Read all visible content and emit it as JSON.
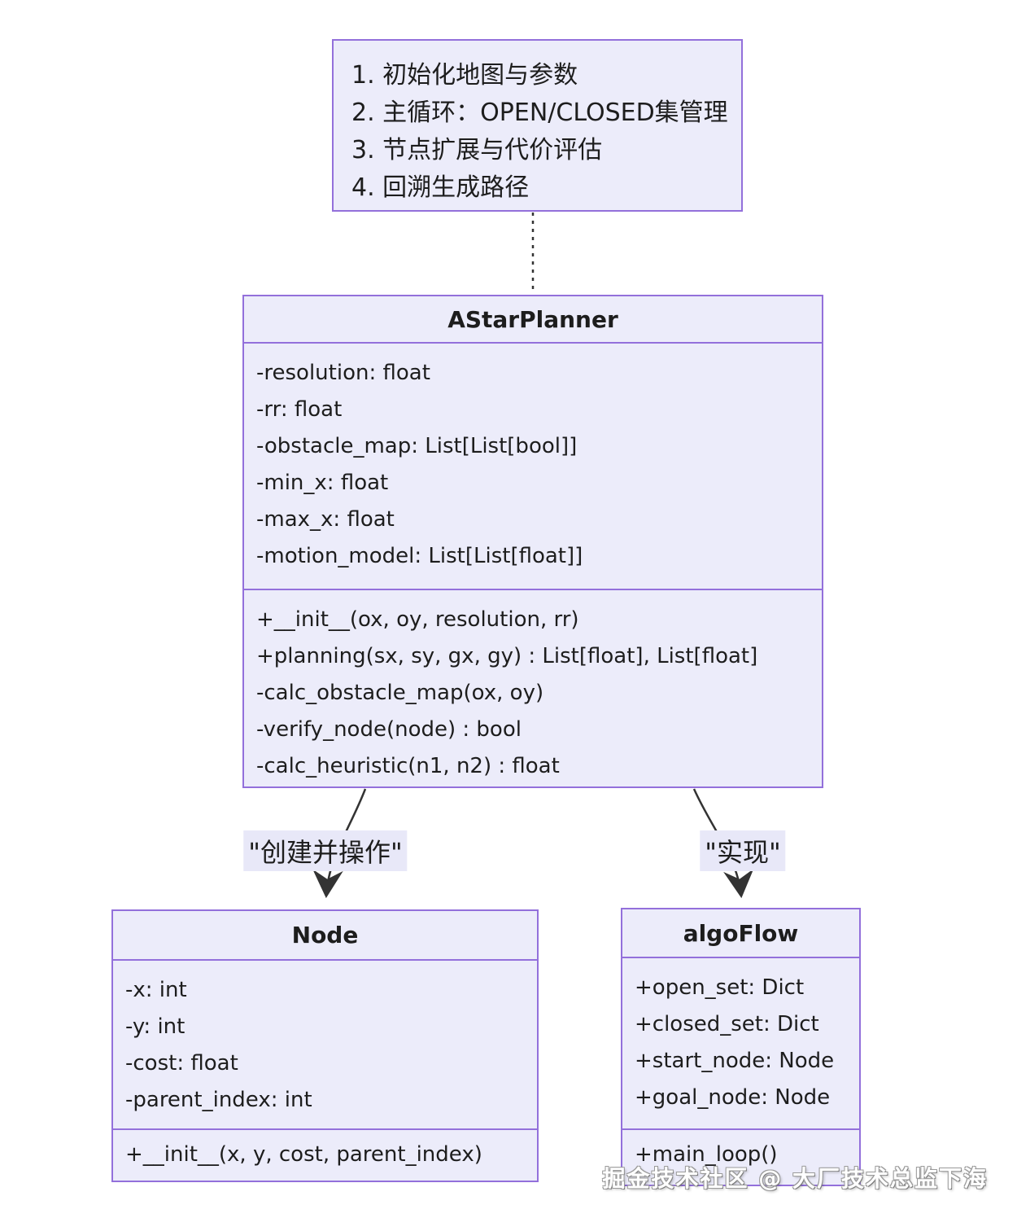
{
  "note": {
    "lines": [
      "1. 初始化地图与参数",
      "2. 主循环：OPEN/CLOSED集管理",
      "3. 节点扩展与代价评估",
      "4. 回溯生成路径"
    ]
  },
  "classes": {
    "astar_planner": {
      "title": "AStarPlanner",
      "attributes": [
        "-resolution: float",
        "-rr: float",
        "-obstacle_map: List[List[bool]]",
        "-min_x: float",
        "-max_x: float",
        "-motion_model: List[List[float]]"
      ],
      "methods": [
        "+__init__(ox, oy, resolution, rr)",
        "+planning(sx, sy, gx, gy) : List[float], List[float]",
        "-calc_obstacle_map(ox, oy)",
        "-verify_node(node) : bool",
        "-calc_heuristic(n1, n2) : float"
      ]
    },
    "node": {
      "title": "Node",
      "attributes": [
        "-x: int",
        "-y: int",
        "-cost: float",
        "-parent_index: int"
      ],
      "methods": [
        "+__init__(x, y, cost, parent_index)"
      ]
    },
    "algo_flow": {
      "title": "algoFlow",
      "attributes": [
        "+open_set: Dict",
        "+closed_set: Dict",
        "+start_node: Node",
        "+goal_node: Node"
      ],
      "methods": [
        "+main_loop()"
      ]
    }
  },
  "edges": {
    "planner_to_node": {
      "label": "\"创建并操作\""
    },
    "planner_to_algoflow": {
      "label": "\"实现\""
    }
  },
  "watermark": "掘金技术社区 @ 大厂技术总监下海",
  "colors": {
    "box_fill": "#ECECFA",
    "box_border": "#9370DB",
    "line": "#333333",
    "text": "#1d1d1d",
    "label_bg": "#E8E8F8"
  }
}
